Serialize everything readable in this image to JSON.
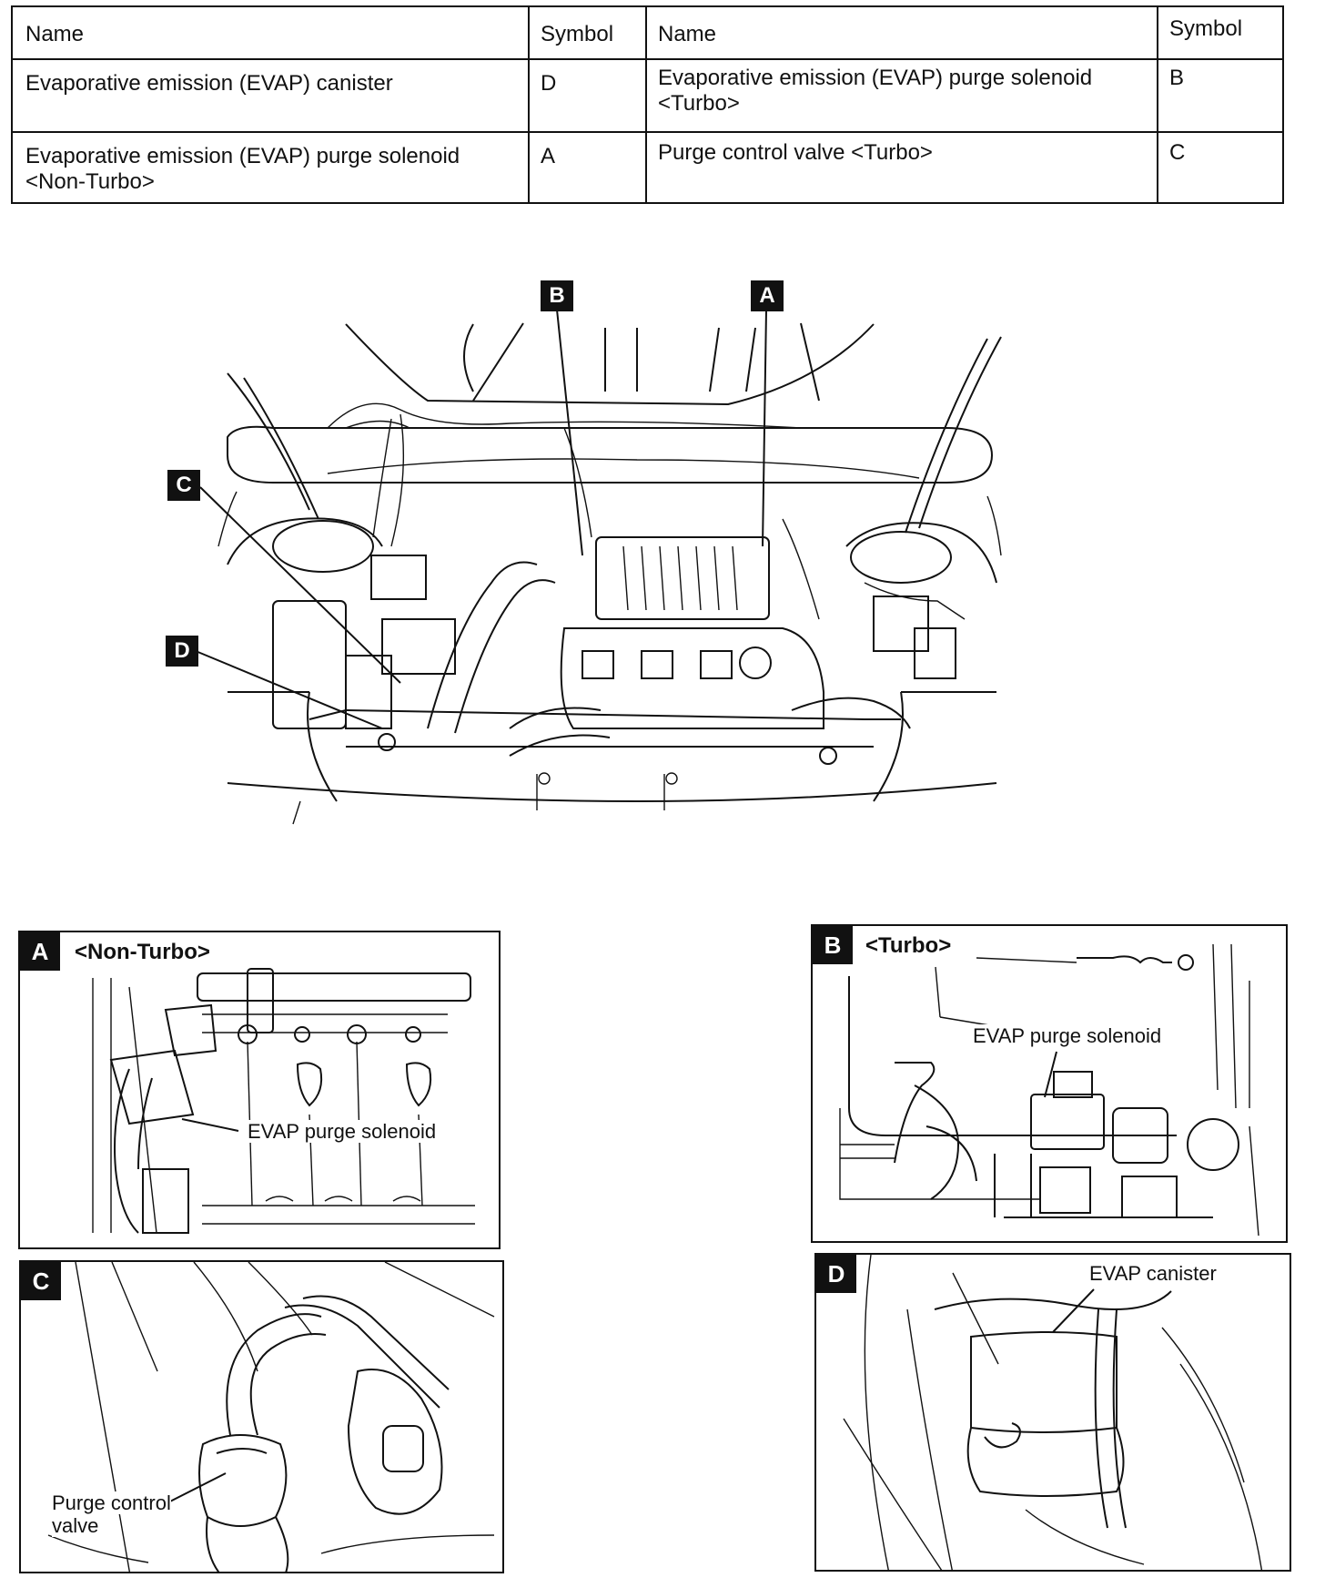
{
  "table": {
    "headers": [
      "Name",
      "Symbol",
      "Name",
      "Symbol"
    ],
    "rows": [
      {
        "left_name": "Evaporative emission (EVAP) canister",
        "left_symbol": "D",
        "right_name": "Evaporative emission (EVAP) purge solenoid <Turbo>",
        "right_symbol": "B"
      },
      {
        "left_name": "Evaporative emission (EVAP) purge solenoid <Non-Turbo>",
        "left_symbol": "A",
        "right_name": "Purge control valve <Turbo>",
        "right_symbol": "C"
      }
    ]
  },
  "main_view": {
    "callouts": [
      "A",
      "B",
      "C",
      "D"
    ]
  },
  "panels": {
    "A": {
      "tag": "A",
      "variant": "<Non-Turbo>",
      "label": "EVAP purge solenoid"
    },
    "B": {
      "tag": "B",
      "variant": "<Turbo>",
      "label": "EVAP purge solenoid"
    },
    "C": {
      "tag": "C",
      "label_line1": "Purge control",
      "label_line2": "valve"
    },
    "D": {
      "tag": "D",
      "label": "EVAP canister"
    }
  }
}
